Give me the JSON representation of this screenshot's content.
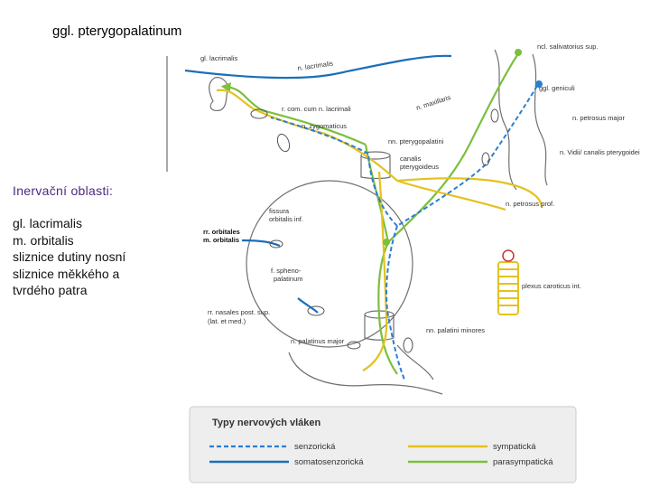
{
  "slide": {
    "title": "ggl. pterygopalatinum",
    "section_heading": "Inervační oblasti:",
    "areas": [
      "gl. lacrimalis",
      "m. orbitalis",
      "sliznice dutiny nosní",
      "sliznice měkkého a",
      "tvrdého patra"
    ]
  },
  "diagram": {
    "labels": {
      "gl_lacrimalis": "gl. lacrimalis",
      "n_lacrimalis": "n. lacrimalis",
      "n_salivatorius": "ncl. salivatorius sup.",
      "ggl_geniculi": "ggl. geniculi",
      "n_maxillaris": "n. maxillaris",
      "r_com": "r. com. cum n. lacrimali",
      "n_petrosus_major": "n. petrosus major",
      "n_zygomaticus": "n. zygomaticus",
      "nn_pterygopalatini": "nn. pterygopalatini",
      "n_vidii": "n. Vidii/ canalis pterygoidei",
      "canalis_pterygoideus_1": "canalis",
      "canalis_pterygoideus_2": "pterygoideus",
      "n_petrosus_prof": "n. petrosus prof.",
      "fissura_1": "fissura",
      "fissura_2": "orbitalis inf.",
      "rr_orbitales": "rr. orbitales",
      "m_orbitalis": "m. orbitalis",
      "f_spheno_1": "f. spheno-",
      "f_spheno_2": "palatinum",
      "plexus_caroticus": "plexus caroticus int.",
      "rr_nasales_1": "rr. nasales post. sup.",
      "rr_nasales_2": "(lat. et med.)",
      "nn_palatini_minores": "nn. palatini minores",
      "n_palatinus_major": "n. palatinus major"
    },
    "colors": {
      "senzoricka": "#2a7fd0",
      "somatosenzoricka": "#1a6fb8",
      "sympaticka": "#e3c21f",
      "parasympaticka": "#7bbf3e",
      "outline": "#707070"
    }
  },
  "legend": {
    "title": "Typy nervových vláken",
    "items": [
      {
        "label": "senzorická",
        "style": "dashed",
        "color": "#2a7fd0"
      },
      {
        "label": "somatosenzorická",
        "style": "solid",
        "color": "#1a6fb8"
      },
      {
        "label": "sympatická",
        "style": "solid",
        "color": "#e3c21f"
      },
      {
        "label": "parasympatická",
        "style": "solid",
        "color": "#7bbf3e"
      }
    ]
  }
}
